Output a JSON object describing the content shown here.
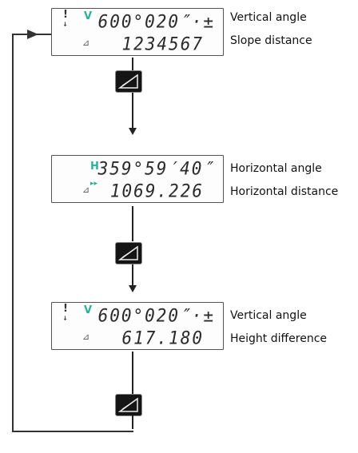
{
  "displays": [
    {
      "indicator": "V",
      "line1": "600°020″·±",
      "line2": "1234567",
      "label1": "Vertical angle",
      "label2": "Slope distance"
    },
    {
      "indicator": "H",
      "line1": "359°59′40″",
      "line2": "1069.226",
      "label1": "Horizontal angle",
      "label2": "Horizontal distance"
    },
    {
      "indicator": "V",
      "line1": "600°020″·±",
      "line2": "617.180",
      "label1": "Vertical angle",
      "label2": "Height difference"
    }
  ],
  "colors": {
    "indicator": "#2bb09a",
    "key": "#151515"
  },
  "icons": {
    "key": "slope-triangle-icon"
  }
}
